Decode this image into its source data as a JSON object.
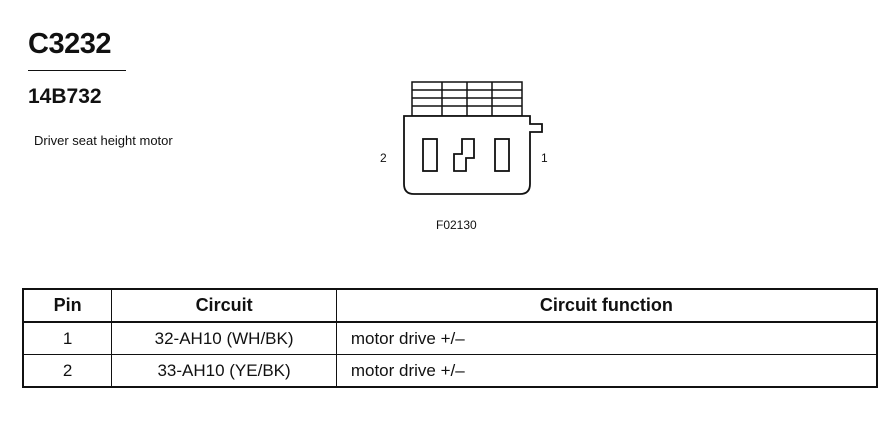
{
  "connector": {
    "id": "C3232",
    "part_number": "14B732",
    "description": "Driver seat height motor"
  },
  "diagram": {
    "pin_left": "2",
    "pin_right": "1",
    "figure_code": "F02130"
  },
  "table": {
    "headers": {
      "pin": "Pin",
      "circuit": "Circuit",
      "function": "Circuit function"
    },
    "rows": [
      {
        "pin": "1",
        "circuit": "32-AH10 (WH/BK)",
        "function": "motor drive +/–"
      },
      {
        "pin": "2",
        "circuit": "33-AH10 (YE/BK)",
        "function": "motor drive +/–"
      }
    ]
  }
}
